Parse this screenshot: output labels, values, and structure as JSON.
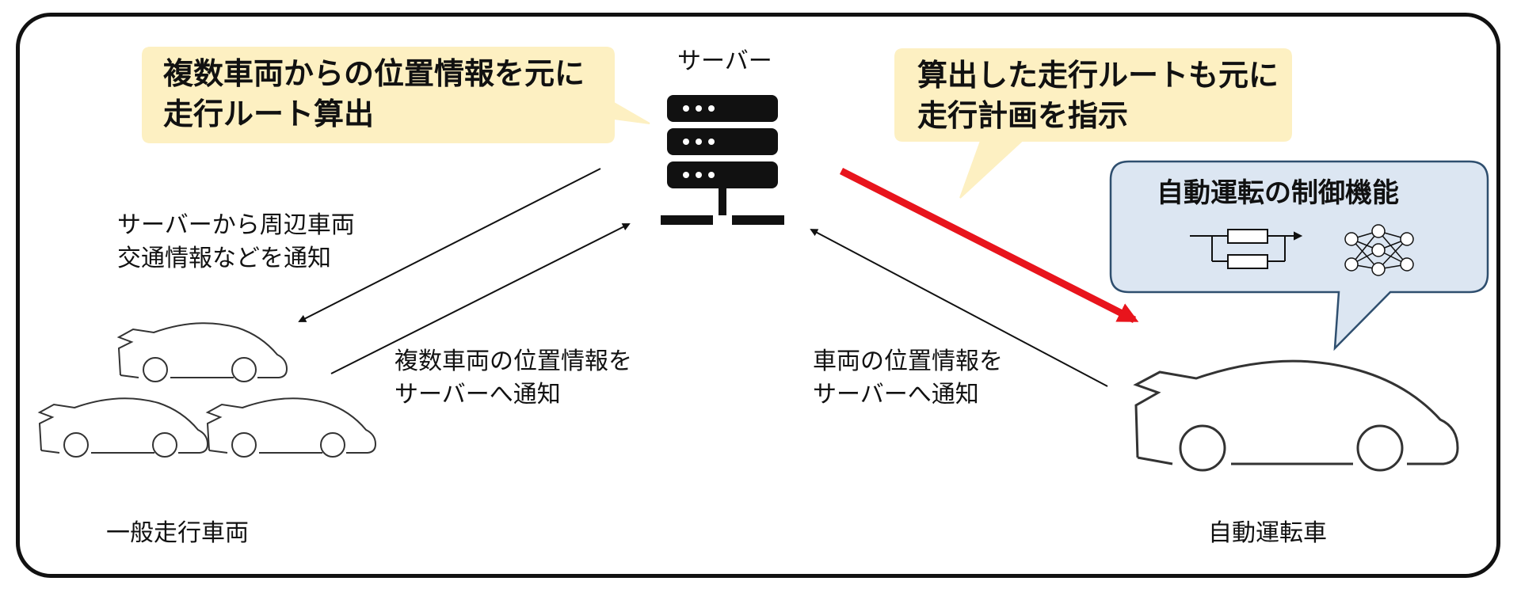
{
  "diagram": {
    "server_label": "サーバー",
    "bubble_left": "複数車両からの位置情報を元に\n走行ルート算出",
    "bubble_right": "算出した走行ルートも元に\n走行計画を指示",
    "control_box_title": "自動運転の制御機能",
    "notify_from_server": "サーバーから周辺車両\n交通情報などを通知",
    "notify_multi_position": "複数車両の位置情報を\nサーバーへ通知",
    "notify_vehicle_position": "車両の位置情報を\nサーバーへ通知",
    "general_vehicles_label": "一般走行車両",
    "autonomous_vehicle_label": "自動運転車",
    "colors": {
      "bubble_yellow": "#FDF0C2",
      "control_box_blue": "#DCE6F2",
      "control_box_border": "#2F4F6F",
      "highlight_arrow": "#E8141C",
      "line": "#111111"
    },
    "icons": [
      "server-icon",
      "block-diagram-icon",
      "neural-network-icon",
      "car-icon"
    ]
  }
}
